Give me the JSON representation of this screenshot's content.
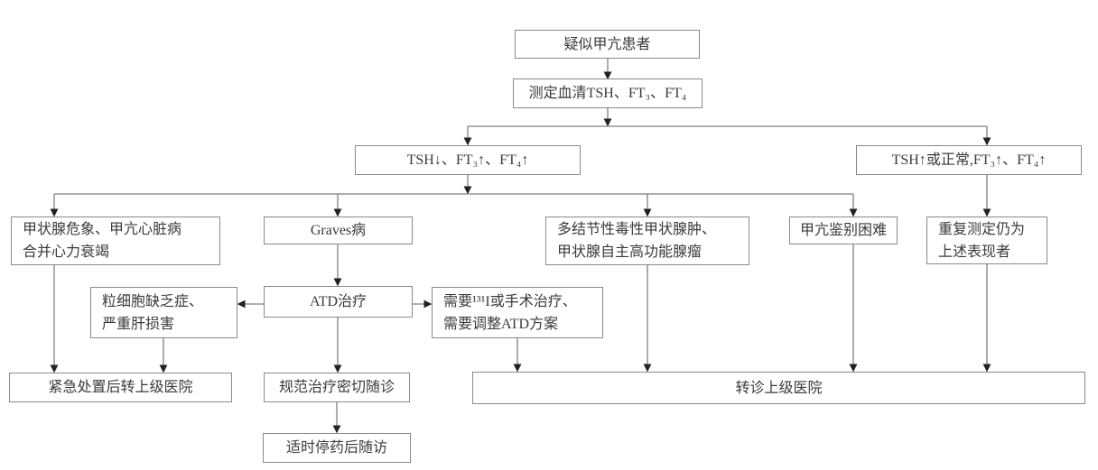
{
  "colors": {
    "bg": "#ffffff",
    "border": "#8a8a8a",
    "line": "#7f7f7f",
    "arrow": "#222222",
    "text": "#3a3a3a"
  },
  "diagram": {
    "nodes": {
      "suspect": {
        "lines": [
          "疑似甲亢患者"
        ]
      },
      "measure": {
        "lines": [
          "测定血清TSH、FT₃、FT₄"
        ]
      },
      "tsh_low": {
        "lines": [
          "TSH↓、FT₃↑、FT₄↑"
        ]
      },
      "tsh_high": {
        "lines": [
          "TSH↑或正常,FT₃↑、FT₄↑"
        ]
      },
      "crisis": {
        "lines": [
          "甲状腺危象、甲亢心脏病",
          "合并心力衰竭"
        ]
      },
      "graves": {
        "lines": [
          "Graves病"
        ]
      },
      "multinodular": {
        "lines": [
          "多结节性毒性甲状腺肿、",
          "甲状腺自主高功能腺瘤"
        ]
      },
      "difficult": {
        "lines": [
          "甲亢鉴别困难"
        ]
      },
      "repeat": {
        "lines": [
          "重复测定仍为",
          "上述表现者"
        ]
      },
      "granulo": {
        "lines": [
          "粒细胞缺乏症、",
          "严重肝损害"
        ]
      },
      "atd": {
        "lines": [
          "ATD治疗"
        ]
      },
      "need131": {
        "lines": [
          "需要¹³¹I或手术治疗、",
          "需要调整ATD方案"
        ]
      },
      "emergency": {
        "lines": [
          "紧急处置后转上级医院"
        ]
      },
      "standard": {
        "lines": [
          "规范治疗密切随诊"
        ]
      },
      "referral": {
        "lines": [
          "转诊上级医院"
        ]
      },
      "followup": {
        "lines": [
          "适时停药后随访"
        ]
      }
    }
  }
}
